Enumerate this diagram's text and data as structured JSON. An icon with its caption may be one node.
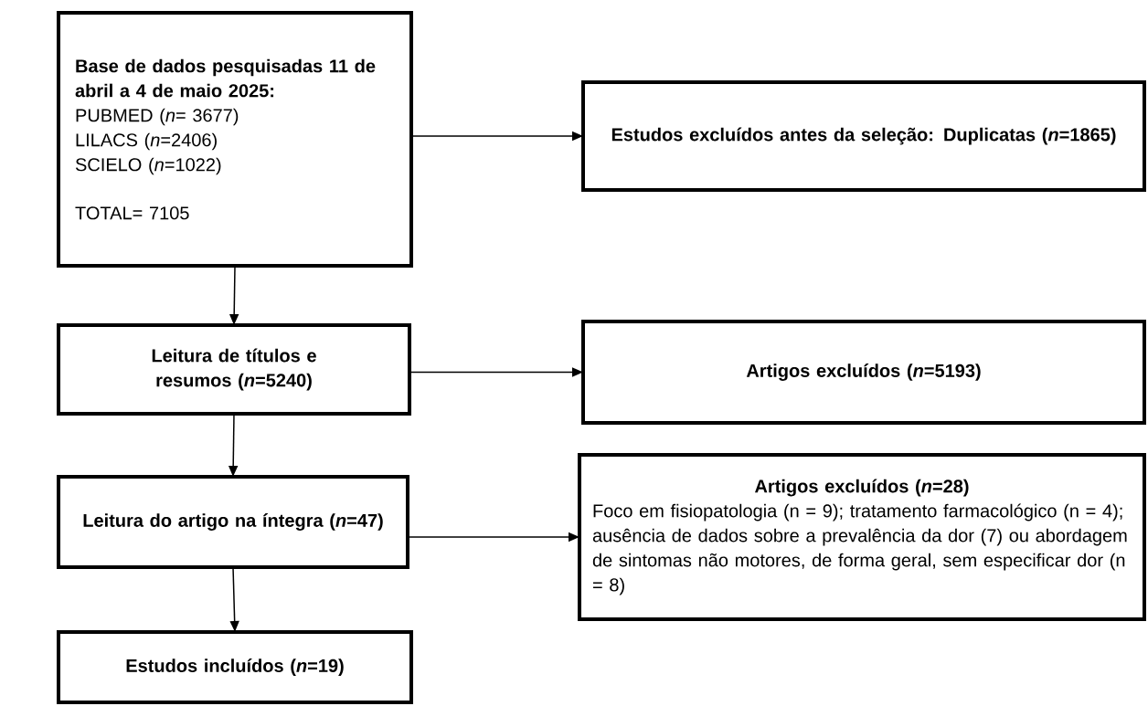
{
  "diagram": {
    "nodes": [
      {
        "text": [
          "Base de dados pesquisadas 11 de abril a 4 de maio 2025:",
          "PUBMED (*n*= 3677)",
          "LILACS (*n*=2406)",
          "SCIELO (*n*=1022)",
          "TOTAL= 7105"
        ]
      },
      {
        "text": [
          "Estudos excluídos antes da seleção: Duplicatas (*n*=1865)"
        ]
      },
      {
        "text": [
          "Leitura de títulos e resumos (*n*=5240)"
        ]
      },
      {
        "text": [
          "Artigos excluídos (*n*=5193)"
        ]
      },
      {
        "text": [
          "Leitura do artigo na íntegra (*n*=47)"
        ]
      },
      {
        "text": [
          "Artigos excluídos (*n*=28)",
          "Foco em fisiopatologia (n = 9); tratamento farmacológico (n = 4); ausência de dados sobre a prevalência da dor (7) ou abordagem de sintomas não motores, de forma geral, sem especificar dor (n = 8)"
        ]
      },
      {
        "text": [
          "Estudos incluídos (*n*=19)"
        ]
      }
    ],
    "edges": [
      {
        "from": 0,
        "to": 1,
        "arrow": "to"
      },
      {
        "from": 0,
        "to": 2,
        "arrow": "to"
      },
      {
        "from": 2,
        "to": 3,
        "arrow": "to"
      },
      {
        "from": 2,
        "to": 4,
        "arrow": "to"
      },
      {
        "from": 4,
        "to": 5,
        "arrow": "to"
      },
      {
        "from": 4,
        "to": 6,
        "arrow": "to"
      }
    ]
  }
}
